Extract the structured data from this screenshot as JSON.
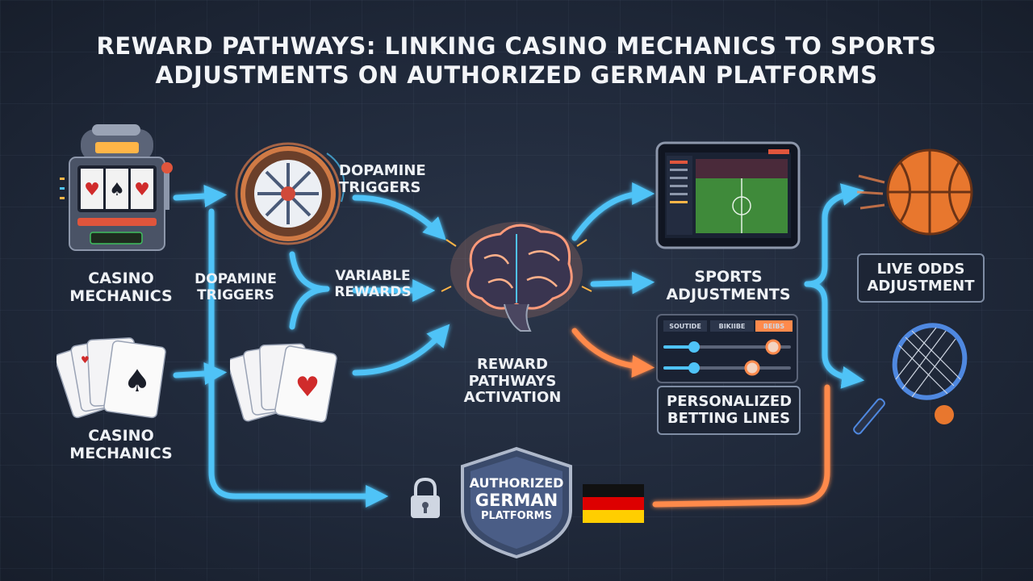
{
  "title": {
    "line1": "REWARD PATHWAYS: LINKING CASINO MECHANICS TO SPORTS",
    "line2": "ADJUSTMENTS ON AUTHORIZED GERMAN PLATFORMS"
  },
  "labels": {
    "casino_top": [
      "CASINO",
      "MECHANICS"
    ],
    "casino_bottom": [
      "CASINO",
      "MECHANICS"
    ],
    "dopamine_top": [
      "DOPAMINE",
      "TRIGGERS"
    ],
    "dopamine_mid": [
      "DOPAMINE",
      "TRIGGERS"
    ],
    "variable_rewards": [
      "VARIABLE",
      "REWARDS"
    ],
    "reward_pathways": [
      "REWARD",
      "PATHWAYS",
      "ACTIVATION"
    ],
    "sports_adjustments": [
      "SPORTS",
      "ADJUSTMENTS"
    ],
    "live_odds": [
      "LIVE ODDS",
      "ADJUSTMENT"
    ],
    "personalized_lines": [
      "PERSONALIZED",
      "BETTING LINES"
    ],
    "authorized": [
      "AUTHORIZED",
      "GERMAN",
      "PLATFORMS"
    ]
  },
  "panel_tabs": [
    "SOUTIDE",
    "BIKIIBE",
    "BEIBS"
  ],
  "colors": {
    "flow_blue": "#4fc3f7",
    "flow_orange": "#ff8a4c",
    "brain_glow": "#ff9a7a",
    "flag_black": "#111111",
    "flag_red": "#dd0000",
    "flag_gold": "#ffce00"
  },
  "icons": [
    "slot-machine-icon",
    "roulette-wheel-icon",
    "playing-cards-icon",
    "brain-icon",
    "tablet-stadium-icon",
    "slider-panel-icon",
    "basketball-icon",
    "tennis-racket-icon",
    "padlock-icon",
    "shield-icon",
    "german-flag-icon"
  ]
}
